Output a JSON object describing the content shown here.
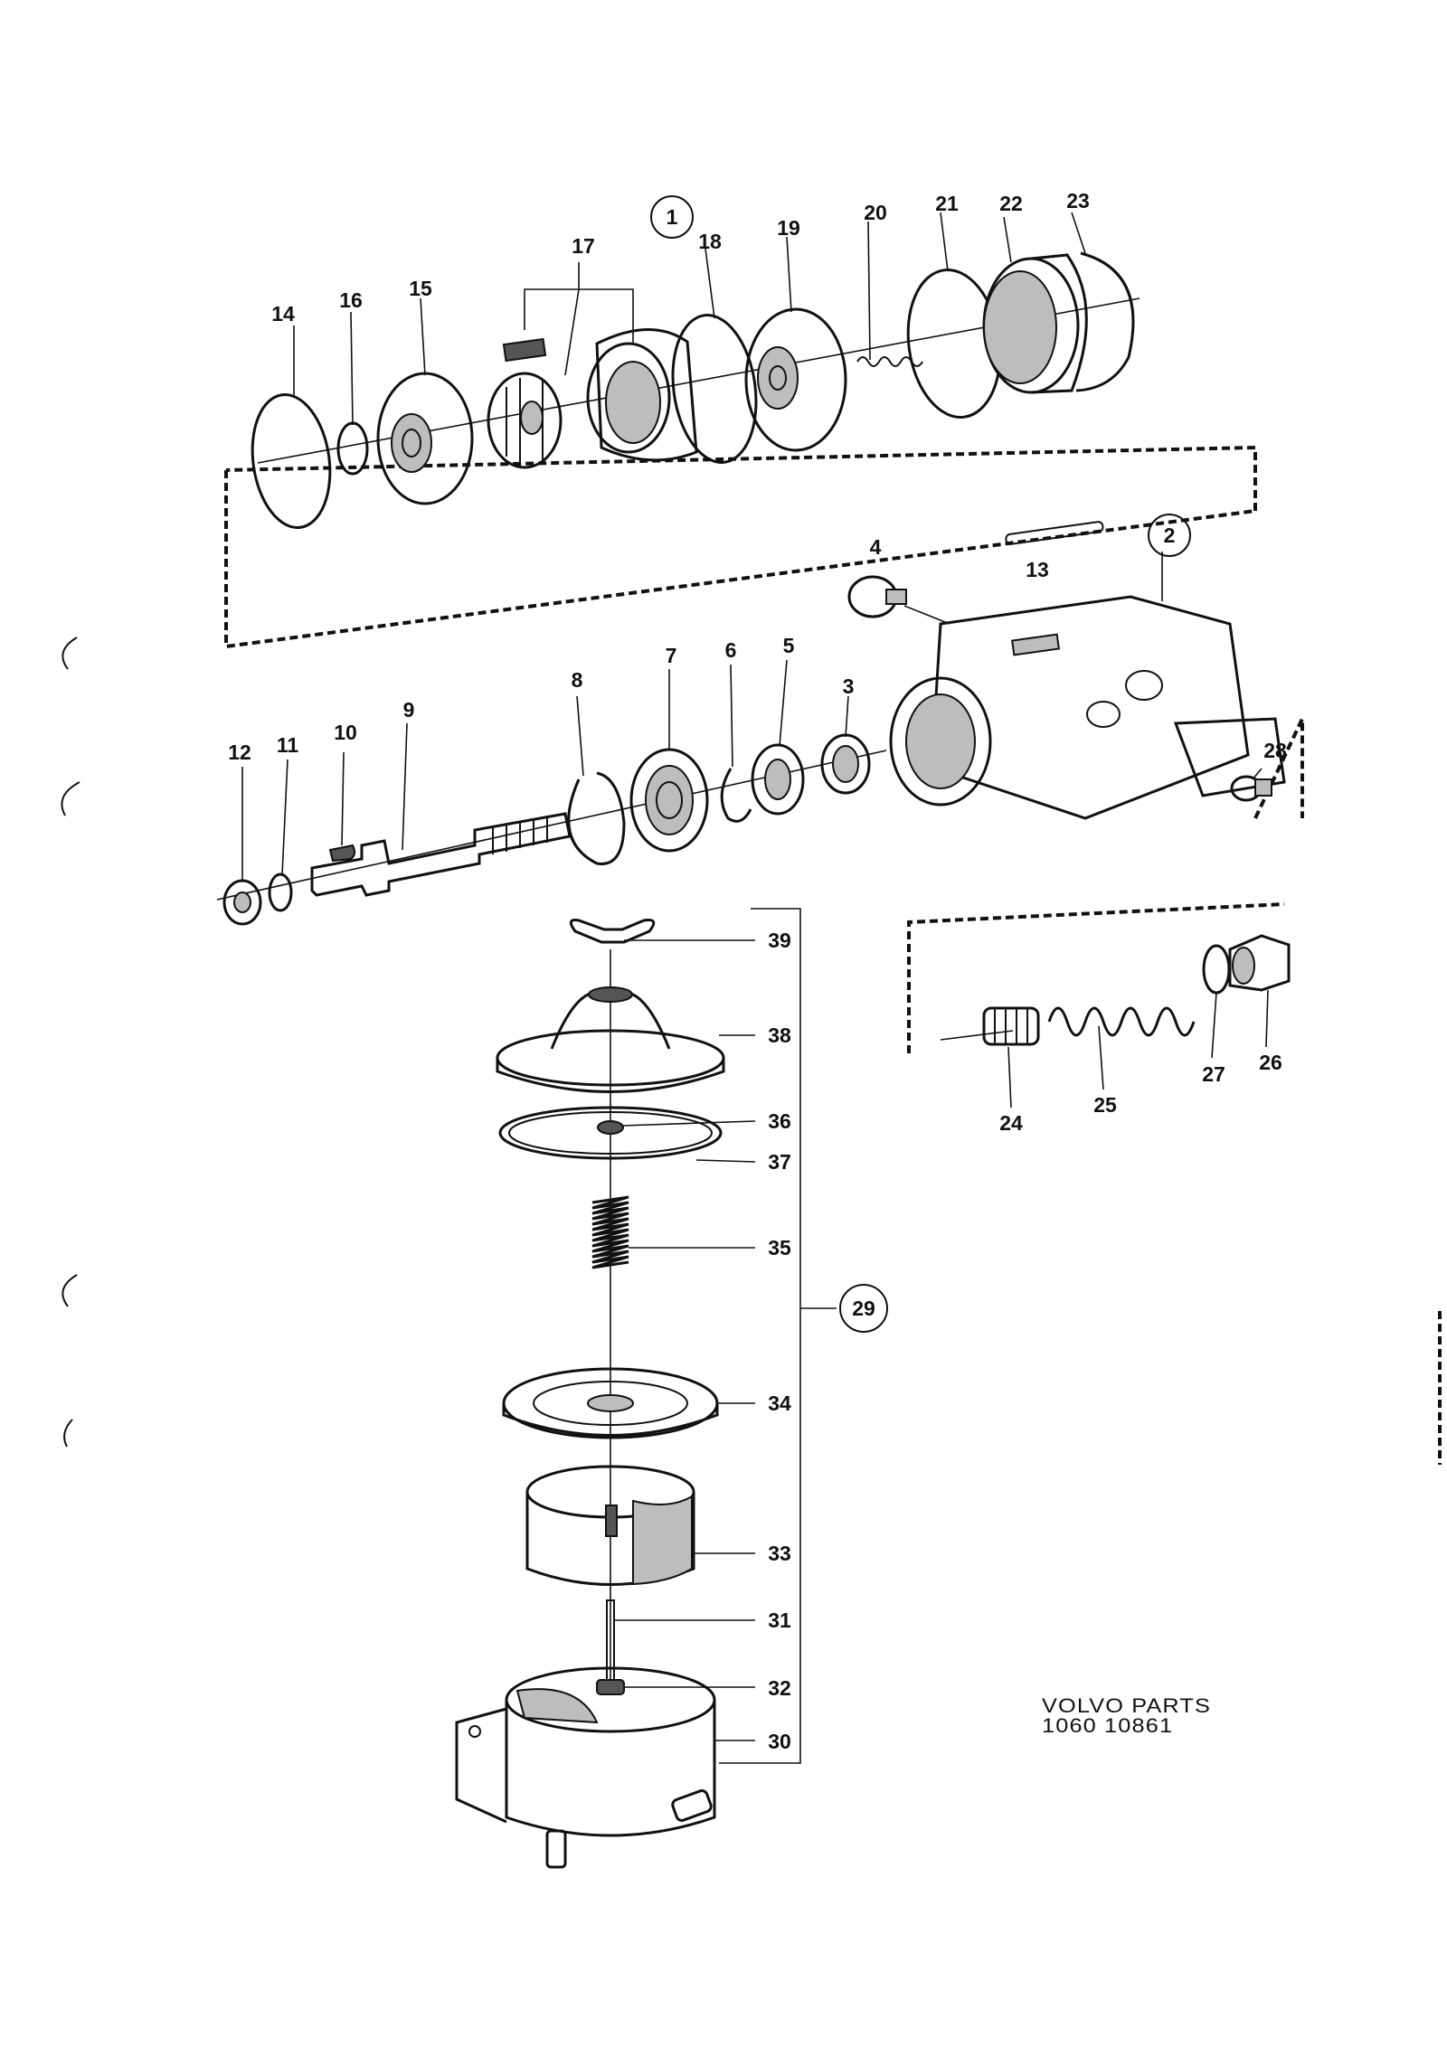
{
  "callouts": [
    "1",
    "2",
    "3",
    "4",
    "5",
    "6",
    "7",
    "8",
    "9",
    "10",
    "11",
    "12",
    "13",
    "14",
    "15",
    "16",
    "17",
    "18",
    "19",
    "20",
    "21",
    "22",
    "23",
    "24",
    "25",
    "26",
    "27",
    "28",
    "29",
    "30",
    "31",
    "32",
    "33",
    "34",
    "35",
    "36",
    "37",
    "38",
    "39"
  ],
  "caption": {
    "line1": "VOLVO PARTS",
    "line2": "1060 10861"
  },
  "colors": {
    "ink": "#111111",
    "paper": "#ffffff",
    "shade": "#bdbdbd"
  }
}
